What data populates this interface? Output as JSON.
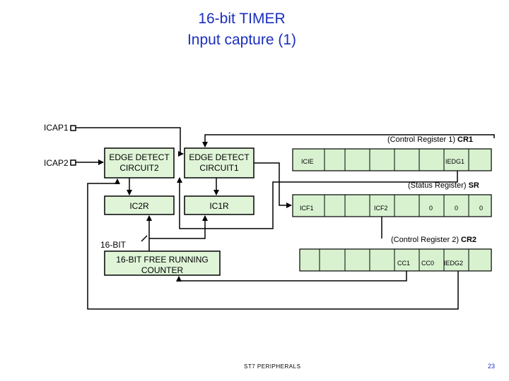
{
  "title": {
    "line1": "16-bit TIMER",
    "line2": "Input capture (1)"
  },
  "pins": {
    "icap1": "ICAP1",
    "icap2": "ICAP2"
  },
  "blocks": {
    "edge2_line1": "EDGE DETECT",
    "edge2_line2": "CIRCUIT2",
    "edge1_line1": "EDGE DETECT",
    "edge1_line2": "CIRCUIT1",
    "ic2r": "IC2R",
    "ic1r": "IC1R",
    "counter_line1": "16-BIT  FREE RUNNING",
    "counter_line2": "COUNTER",
    "bus_label": "16-BIT"
  },
  "registers": {
    "cr1": {
      "caption": "(Control Register 1)",
      "name": "CR1",
      "bit7": "ICIE",
      "bit1": "IEDG1"
    },
    "sr": {
      "caption": "(Status Register)",
      "name": "SR",
      "bit7": "ICF1",
      "bit4": "ICF2",
      "bit2": "0",
      "bit1": "0",
      "bit0": "0"
    },
    "cr2": {
      "caption": "(Control Register 2)",
      "name": "CR2",
      "bit2": "CC1",
      "bit1": "CC0",
      "bit0": "IEDG2"
    }
  },
  "footer": {
    "text": "ST7 PERIPHERALS",
    "page": "23"
  },
  "colors": {
    "title": "#1b2fbf",
    "register_fill": "#d8f2d0",
    "block_fill": "#e0f5d8"
  }
}
